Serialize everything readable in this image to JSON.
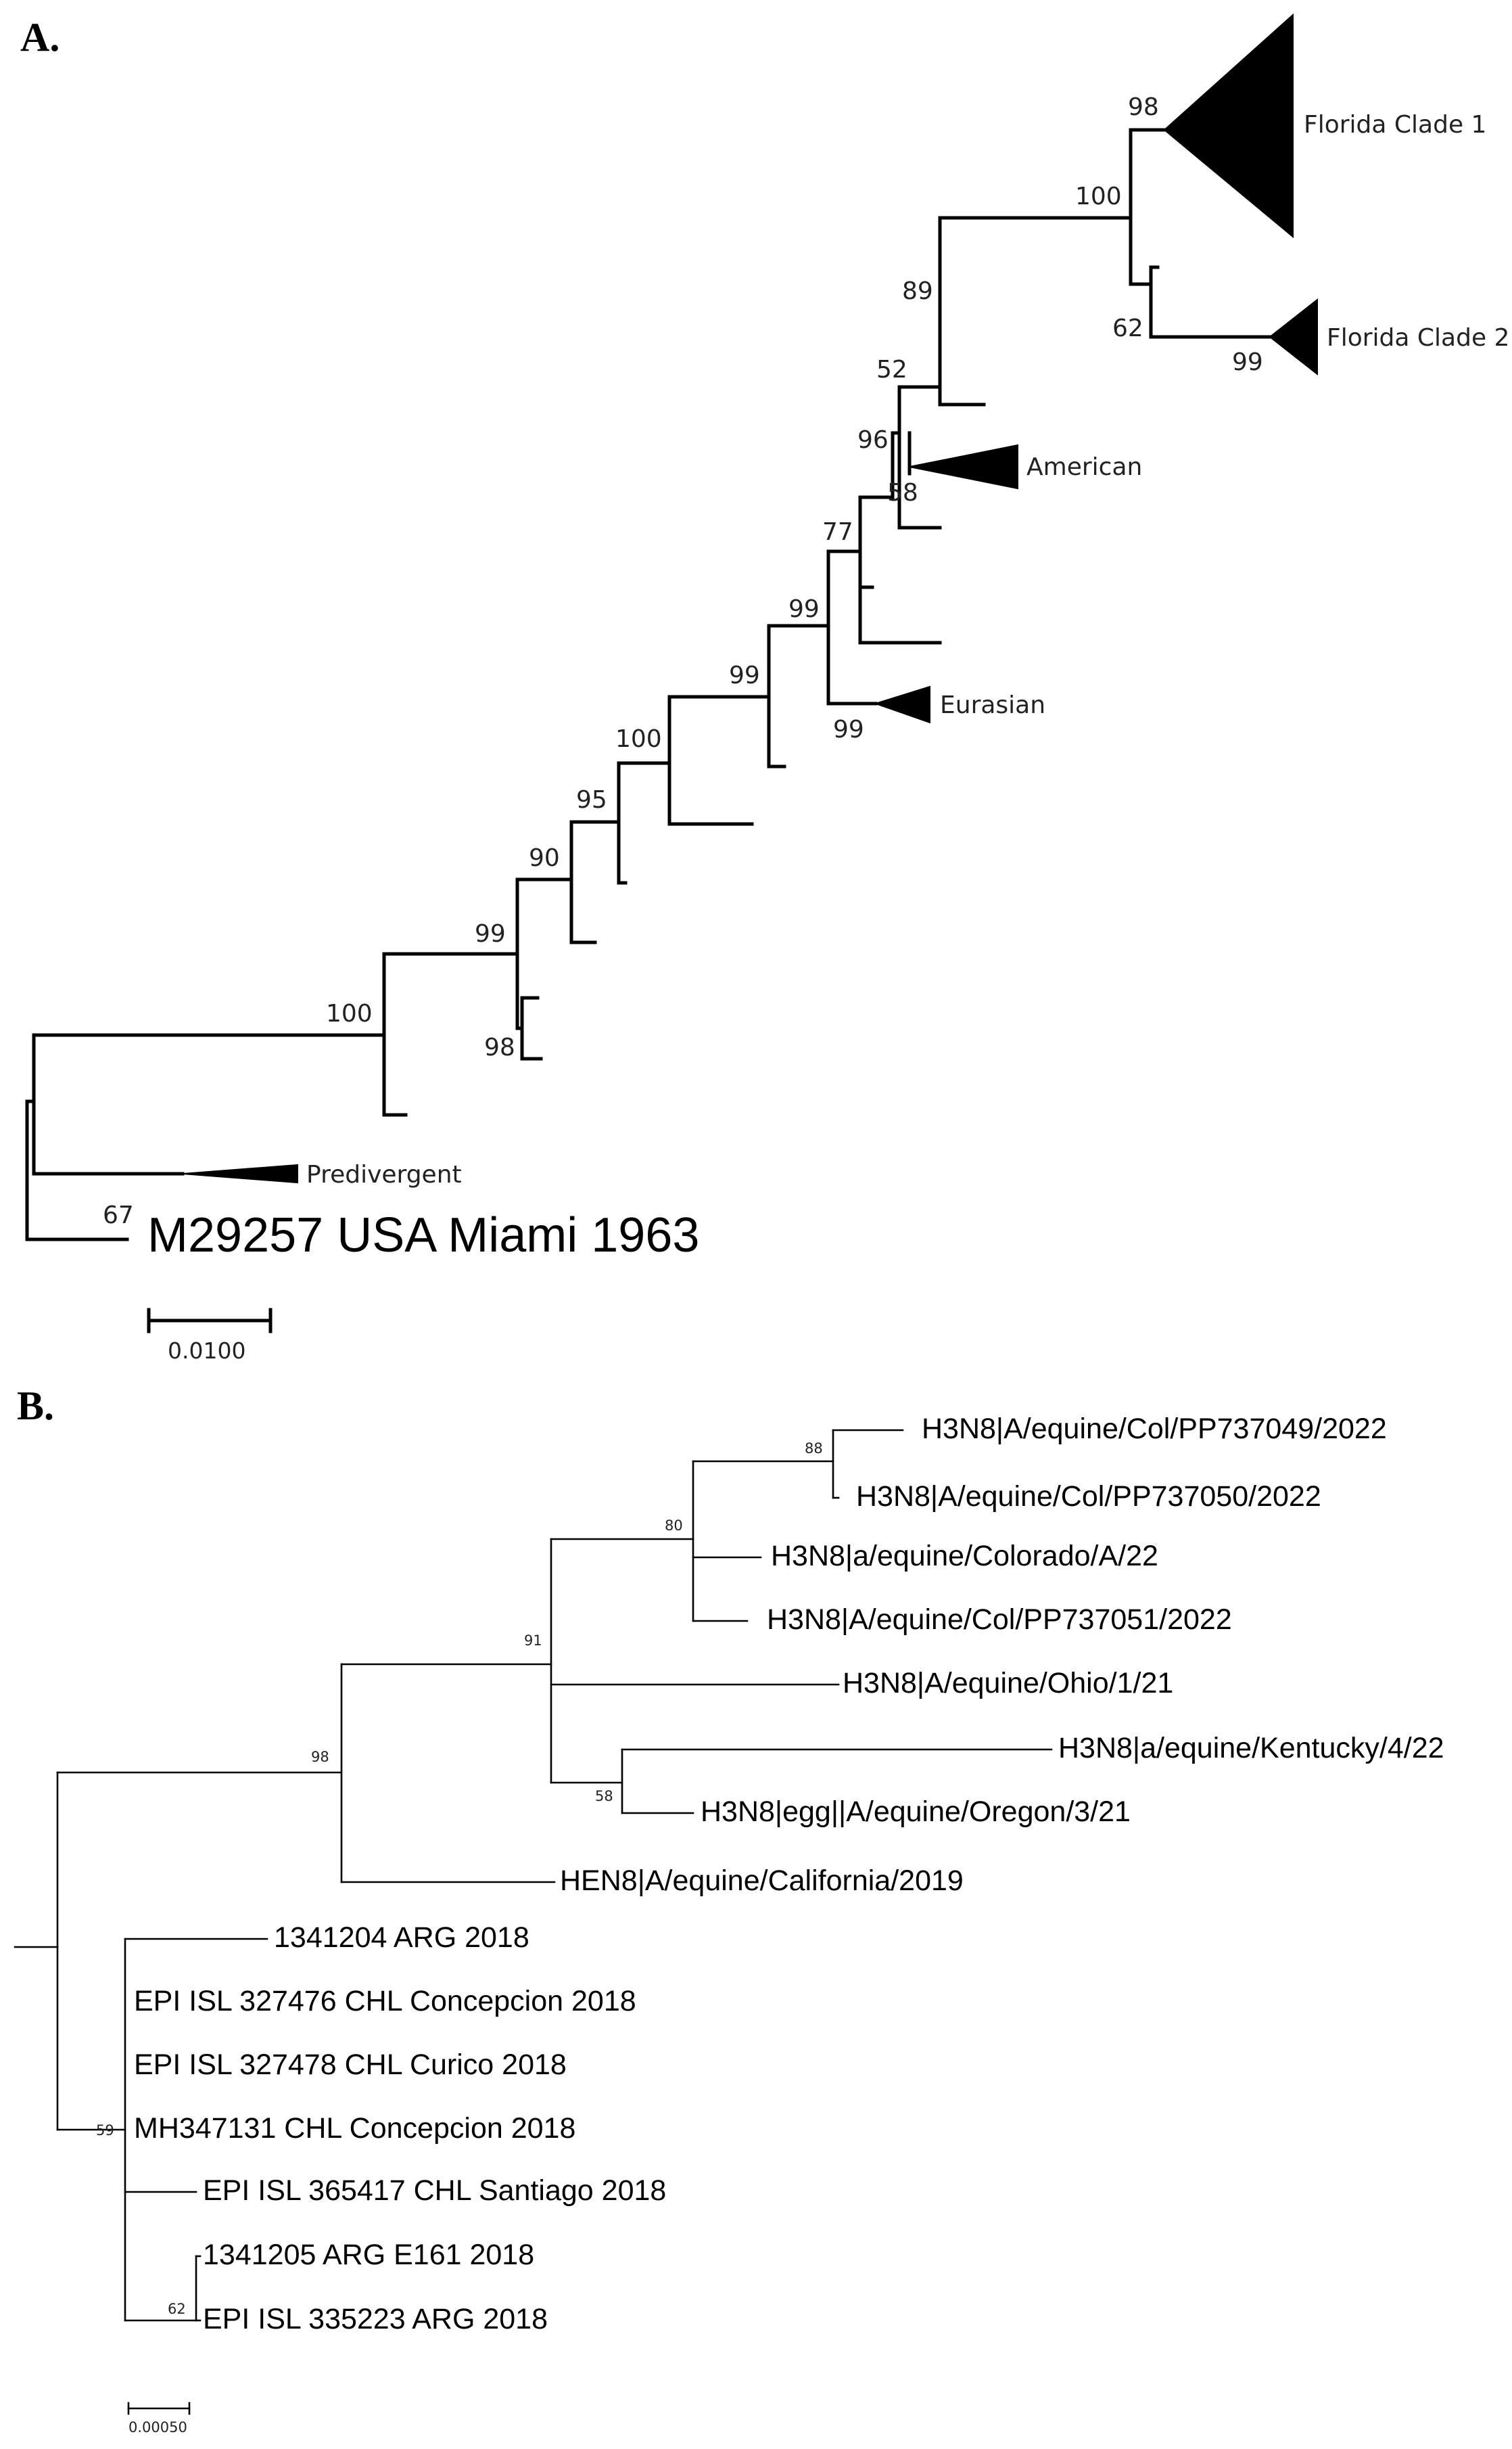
{
  "panel_a": {
    "label": "A.",
    "clades": {
      "florida_clade_1": "Florida Clade 1",
      "florida_clade_2": "Florida Clade 2",
      "american": "American",
      "eurasian": "Eurasian",
      "predivergent": "Predivergent"
    },
    "root_taxon": "M29257 USA Miami 1963",
    "scale_bar_label": "0.0100",
    "bootstrap": {
      "fc1_node": "98",
      "fc12_node": "100",
      "fc2_parent": "62",
      "fc2_node": "99",
      "n89": "89",
      "n52": "52",
      "n96": "96",
      "n58": "58",
      "n77": "77",
      "n99_a": "99",
      "eurasian": "99",
      "n99_b": "99",
      "n100_a": "100",
      "n95": "95",
      "n90": "90",
      "n99_c": "99",
      "n98": "98",
      "n100_b": "100",
      "n67": "67"
    }
  },
  "panel_b": {
    "label": "B.",
    "taxa": [
      "H3N8|A/equine/Col/PP737049/2022",
      "H3N8|A/equine/Col/PP737050/2022",
      "H3N8|a/equine/Colorado/A/22",
      "H3N8|A/equine/Col/PP737051/2022",
      "H3N8|A/equine/Ohio/1/21",
      "H3N8|a/equine/Kentucky/4/22",
      "H3N8|egg||A/equine/Oregon/3/21",
      "HEN8|A/equine/California/2019",
      "1341204 ARG 2018",
      "EPI ISL 327476 CHL Concepcion 2018",
      "EPI ISL 327478 CHL Curico 2018",
      "MH347131 CHL Concepcion 2018",
      "EPI ISL 365417 CHL Santiago 2018",
      "1341205 ARG E161 2018",
      "EPI ISL 335223 ARG 2018"
    ],
    "bootstrap": {
      "n88": "88",
      "n80": "80",
      "n91": "91",
      "n98": "98",
      "n58": "58",
      "n59": "59",
      "n62": "62"
    },
    "scale_bar_label": "0.00050"
  }
}
